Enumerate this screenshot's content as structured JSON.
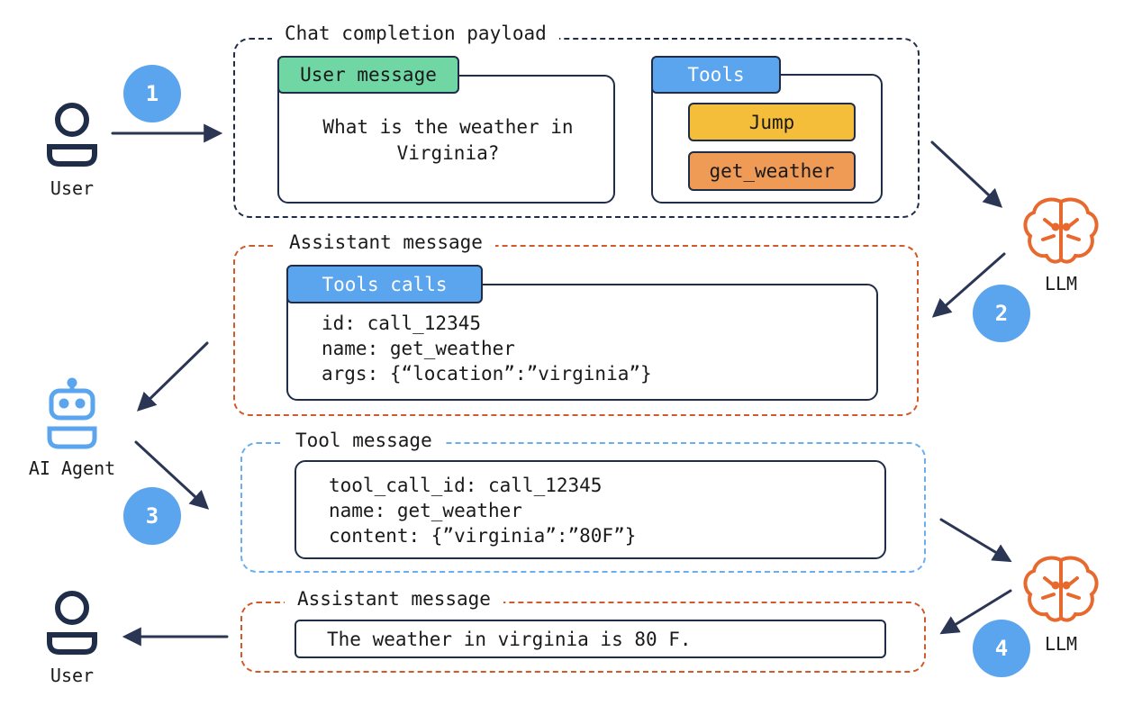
{
  "payload": {
    "title": "Chat completion payload",
    "user_message_label": "User message",
    "user_message_text": "What is the weather in Virginia?",
    "tools_label": "Tools",
    "tools": [
      "Jump",
      "get_weather"
    ]
  },
  "assistant1": {
    "title": "Assistant message",
    "tools_calls_label": "Tools calls",
    "lines": [
      "id: call_12345",
      "name: get_weather",
      "args: {“location”:”virginia”}"
    ]
  },
  "tool_msg": {
    "title": "Tool message",
    "lines": [
      "tool_call_id: call_12345",
      "name: get_weather",
      "content: {”virginia”:”80F”}"
    ]
  },
  "assistant2": {
    "title": "Assistant message",
    "text": "The weather in virginia is 80 F."
  },
  "actors": {
    "user_top": "User",
    "agent": "AI Agent",
    "user_bottom": "User",
    "llm_top": "LLM",
    "llm_bottom": "LLM"
  },
  "steps": [
    "1",
    "2",
    "3",
    "4"
  ],
  "colors": {
    "navy": "#1f2d48",
    "orange_dash": "#d05a2a",
    "blue_dash": "#6aaef0",
    "green_tab": "#6fd6a4",
    "blue_tab": "#5aa5ee",
    "jump_yellow": "#f4bd3a",
    "weather_orange": "#ef9a55",
    "llm_orange": "#e8692e",
    "badge_blue": "#5aa5ee"
  }
}
